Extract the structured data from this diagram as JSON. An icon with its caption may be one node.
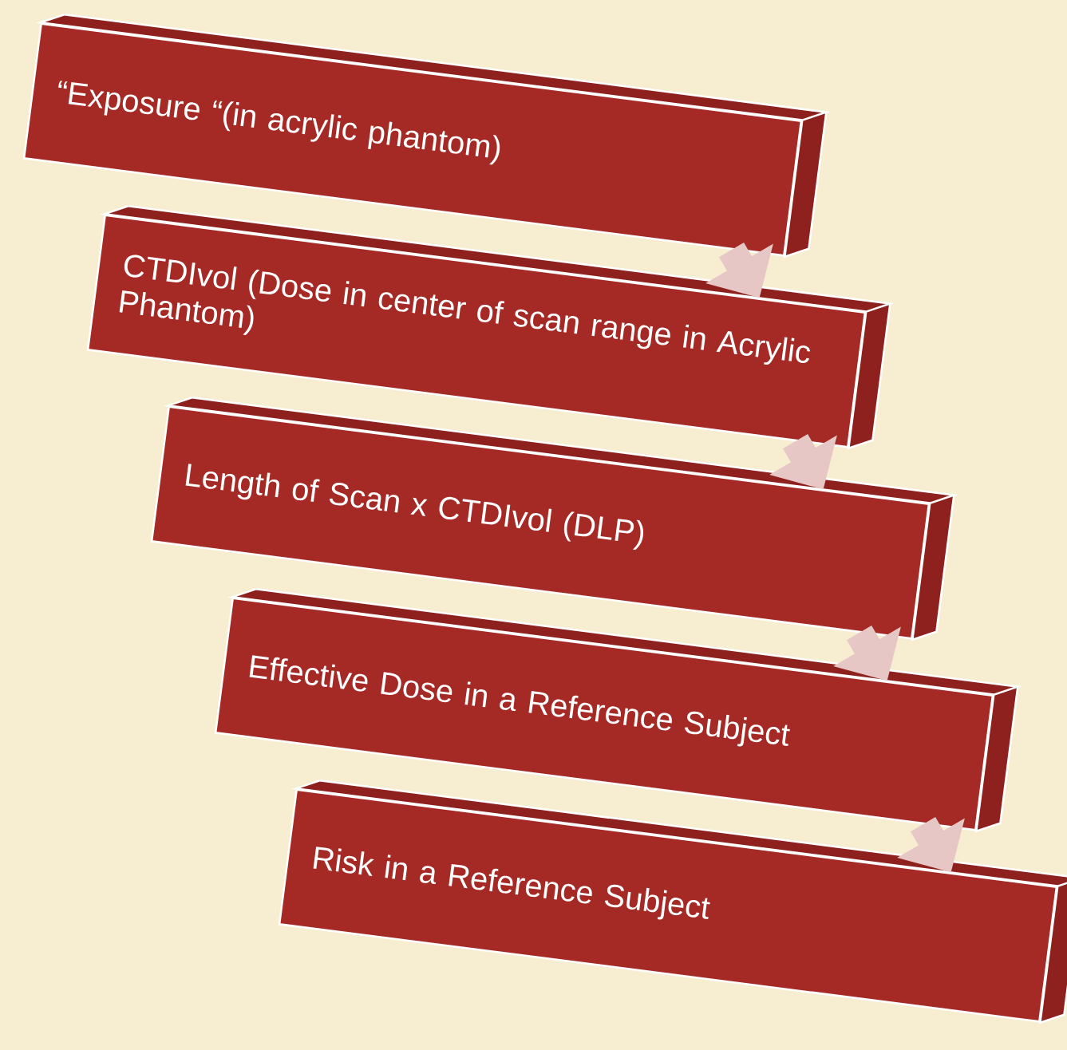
{
  "diagram": {
    "nodes": [
      {
        "text": [
          "“Exposure “(in acrylic phantom)"
        ]
      },
      {
        "text": [
          "CTDIvol (Dose in center of scan range in Acrylic  Phantom)"
        ]
      },
      {
        "text": [
          "Length of Scan x CTDIvol (DLP)"
        ]
      },
      {
        "text": [
          "Effective Dose in a Reference Subject"
        ]
      },
      {
        "text": [
          "Risk in a Reference Subject"
        ]
      }
    ],
    "edges": [
      {
        "from": 0,
        "to": 1,
        "arrow": "to"
      },
      {
        "from": 1,
        "to": 2,
        "arrow": "to"
      },
      {
        "from": 2,
        "to": 3,
        "arrow": "to"
      },
      {
        "from": 3,
        "to": 4,
        "arrow": "to"
      }
    ]
  }
}
